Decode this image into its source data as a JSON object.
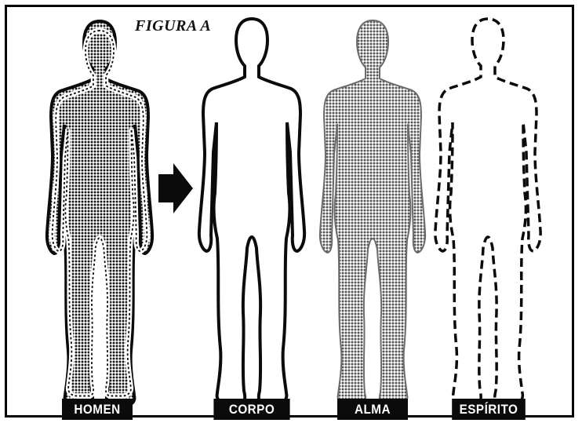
{
  "figure": {
    "title": "FIGURA A",
    "figures": [
      {
        "id": "homen",
        "label": "HOMEN",
        "style": "shaded-with-dotted-inner-outline"
      },
      {
        "id": "corpo",
        "label": "CORPO",
        "style": "solid-outline"
      },
      {
        "id": "alma",
        "label": "ALMA",
        "style": "shaded-silhouette"
      },
      {
        "id": "espirito",
        "label": "ESPÍRITO",
        "style": "dashed-outline"
      }
    ],
    "colors": {
      "ink": "#0b0b0b",
      "shade": "#6b6b6b",
      "paper": "#ffffff"
    }
  }
}
